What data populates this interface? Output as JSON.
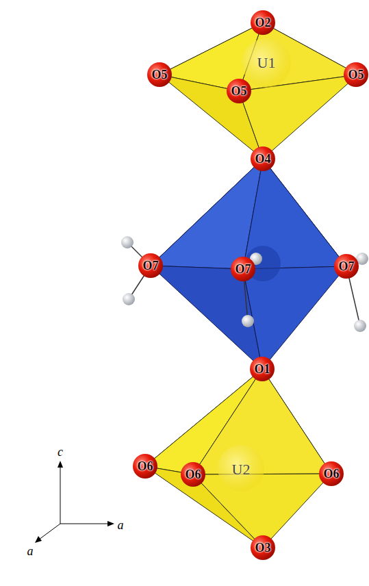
{
  "diagram": {
    "labels": [
      "O2",
      "O5",
      "U1",
      "O5",
      "O5",
      "O4",
      "O7",
      "O7",
      "O7",
      "O1",
      "O6",
      "U2",
      "O6",
      "O6",
      "O3",
      "c",
      "a",
      "a"
    ]
  }
}
